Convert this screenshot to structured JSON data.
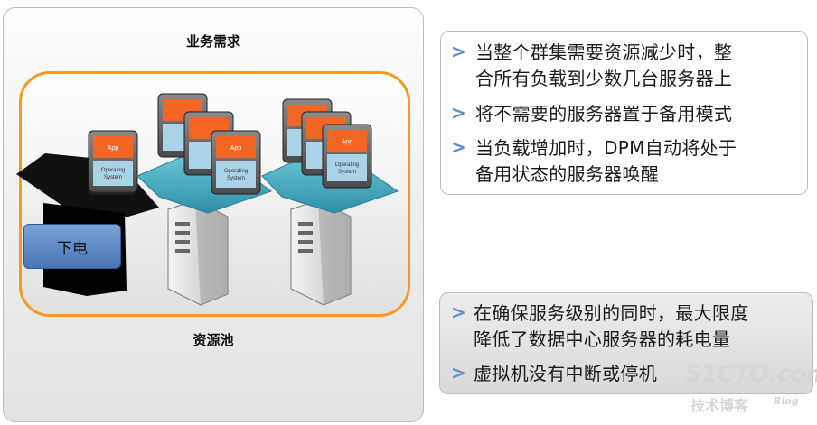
{
  "diagram": {
    "top_label": "业务需求",
    "bottom_label": "资源池",
    "power_off_label": "下电",
    "app_label": "App",
    "os_label_line1": "Operating",
    "os_label_line2": "System"
  },
  "callout_top": {
    "bullets": [
      {
        "line1": "当整个群集需要资源减少时，整",
        "line2": "合所有负载到少数几台服务器上"
      },
      {
        "line1": "将不需要的服务器置于备用模式",
        "line2": ""
      },
      {
        "line1": "当负载增加时，DPM自动将处于",
        "line2": "备用状态的服务器唤醒"
      }
    ]
  },
  "callout_bottom": {
    "bullets": [
      {
        "line1": "在确保服务级别的同时，最大限度",
        "line2": "降低了数据中心服务器的耗电量"
      },
      {
        "line1": "虚拟机没有中断或停机",
        "line2": ""
      }
    ]
  },
  "watermark": {
    "site": "51CTO.com",
    "sub": "技术博客",
    "blog": "Blog"
  },
  "colors": {
    "pool_border": "#f39a24",
    "accent_marker": "#5f8ed0",
    "app_tile": "#f26522",
    "os_tile": "#a9d3e6",
    "platform": "#4fb3c8",
    "power_off_box": "#5b86c2"
  }
}
